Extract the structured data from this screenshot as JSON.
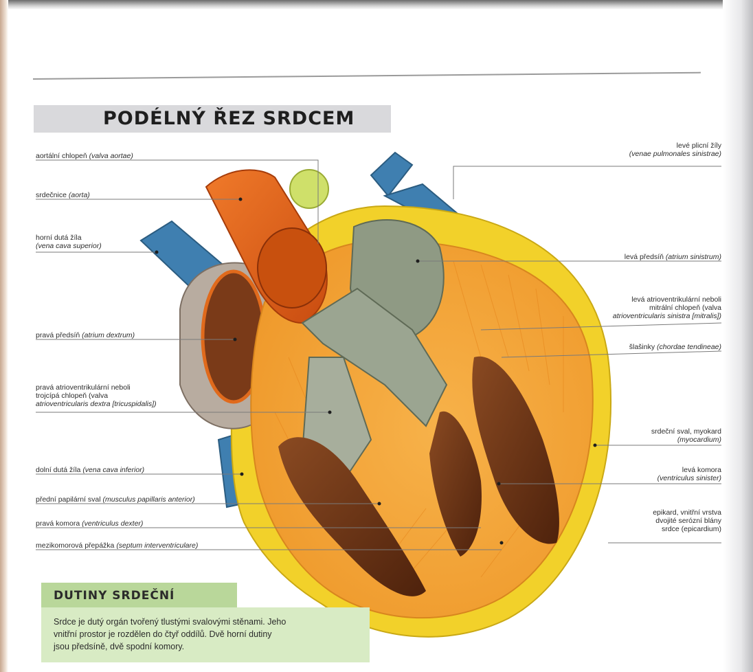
{
  "title": "PODÉLNÝ ŘEZ SRDCEM",
  "labels": {
    "aortic_valve": {
      "cz": "aortální chlopeň",
      "lat": "(valva aortae)"
    },
    "aorta": {
      "cz": "srdečnice",
      "lat": "(aorta)"
    },
    "svc_1": "horní dutá žíla",
    "svc_2": "(vena cava superior)",
    "right_atrium": {
      "cz": "pravá předsíň",
      "lat": "(atrium dextrum)"
    },
    "tricuspid_1": "pravá atrioventrikulární neboli",
    "tricuspid_2": "trojcípá chlopeň (valva",
    "tricuspid_3": "atrioventricularis dextra [tricuspidalis])",
    "ivc": {
      "cz": "dolní dutá žíla",
      "lat": "(vena cava inferior)"
    },
    "papillary": {
      "cz": "přední papilární sval",
      "lat": "(musculus papillaris anterior)"
    },
    "right_ventricle": {
      "cz": "pravá komora",
      "lat": "(ventriculus dexter)"
    },
    "septum": {
      "cz": "mezikomorová přepážka",
      "lat": "(septum interventriculare)"
    },
    "pulm_veins_1": "levé plicní žíly",
    "pulm_veins_2": "(venae pulmonales sinistrae)",
    "left_atrium": {
      "cz": "levá předsíň",
      "lat": "(atrium sinistrum)"
    },
    "mitral_1": "levá atrioventrikulární neboli",
    "mitral_2": "mitrální chlopeň (valva",
    "mitral_3": "atrioventricularis sinistra [mitralis])",
    "chordae": {
      "cz": "šlašinky",
      "lat": "(chordae tendineae)"
    },
    "myocardium_1": "srdeční sval, myokard",
    "myocardium_2": "(myocardium)",
    "left_ventricle_1": "levá komora",
    "left_ventricle_2": "(ventriculus sinister)",
    "epicard_1": "epikard, vnitřní vrstva",
    "epicard_2": "dvojité serózní blány",
    "epicard_3": "srdce (epicardium)"
  },
  "box": {
    "title": "DUTINY SRDEČNÍ",
    "line1": "Srdce je dutý orgán tvořený tlustými svalovými stěnami. Jeho",
    "line2": "vnitřní prostor je rozdělen do čtyř oddílů. Dvě horní dutiny",
    "line3": "jsou předsíně, dvě spodní komory."
  },
  "colors": {
    "fat": "#f2d12a",
    "myocardium": "#f5a93a",
    "aorta": "#e8661c",
    "vein": "#3f7fb0",
    "valve": "#8f9a84",
    "muscle_dark": "#6b3318",
    "box_head": "#b9d79a",
    "box_body": "#d8ebc4"
  }
}
